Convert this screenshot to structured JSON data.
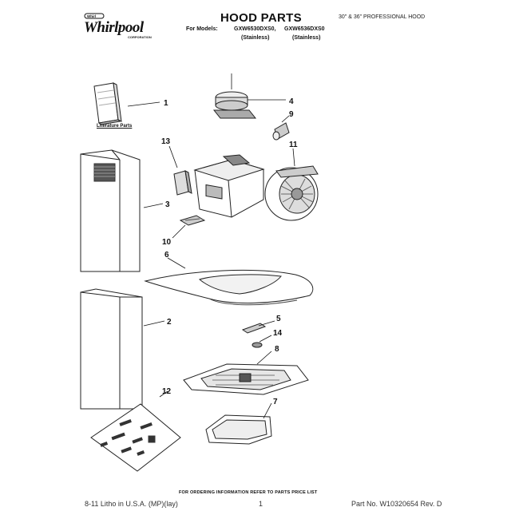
{
  "header": {
    "brand": "Whirlpool",
    "brand_sub": "CORPORATION",
    "title": "HOOD PARTS",
    "right_text": "30\" & 36\" PROFESSIONAL HOOD",
    "models_label": "For Models:",
    "model_a": "GXW6530DXS0,",
    "model_b": "GXW6536DXS0",
    "finish_a": "(Stainless)",
    "finish_b": "(Stainless)"
  },
  "diagram": {
    "literature_label": "Literature Parts",
    "callouts": [
      "1",
      "4",
      "9",
      "13",
      "11",
      "3",
      "10",
      "6",
      "2",
      "5",
      "14",
      "8",
      "12",
      "7"
    ]
  },
  "footer": {
    "ordering_note": "FOR ORDERING INFORMATION REFER TO PARTS PRICE LIST",
    "print_info": "8-11 Litho in U.S.A. (MP)(lay)",
    "page_number": "1",
    "part_no": "Part No. W10320654 Rev. D"
  }
}
